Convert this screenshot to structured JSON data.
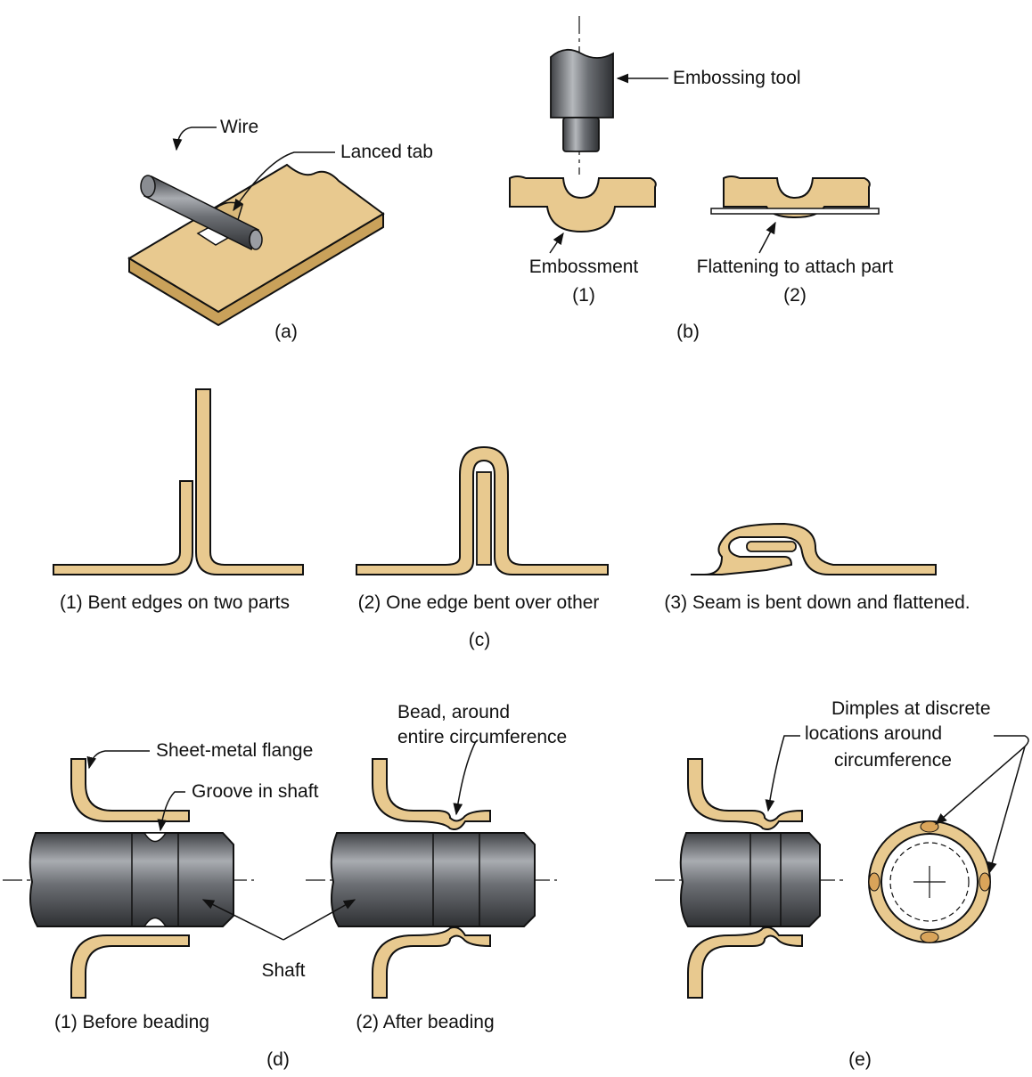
{
  "colors": {
    "sheet_metal": "#e8c98f",
    "sheet_metal_edge": "#c9a15a",
    "steel_dark": "#4a4c50",
    "steel_mid": "#8a8d92",
    "steel_light": "#c4c7cb",
    "outline": "#111111"
  },
  "panel_a": {
    "label_wire": "Wire",
    "label_lanced_tab": "Lanced tab",
    "caption": "(a)"
  },
  "panel_b": {
    "label_tool": "Embossing tool",
    "label_embossment": "Embossment",
    "num_1": "(1)",
    "label_flattening": "Flattening to attach part",
    "num_2": "(2)",
    "caption": "(b)"
  },
  "panel_c": {
    "step_1": "(1) Bent edges on two parts",
    "step_2": "(2) One edge bent over other",
    "step_3": "(3) Seam is bent down and flattened.",
    "caption": "(c)"
  },
  "panel_d": {
    "label_flange": "Sheet-metal flange",
    "label_groove": "Groove in shaft",
    "label_bead_1": "Bead, around",
    "label_bead_2": "entire circumference",
    "label_shaft": "Shaft",
    "step_1": "(1) Before beading",
    "step_2": "(2) After beading",
    "caption": "(d)"
  },
  "panel_e": {
    "label_dimples_1": "Dimples at discrete",
    "label_dimples_2": "locations around",
    "label_dimples_3": "circumference",
    "caption": "(e)"
  }
}
